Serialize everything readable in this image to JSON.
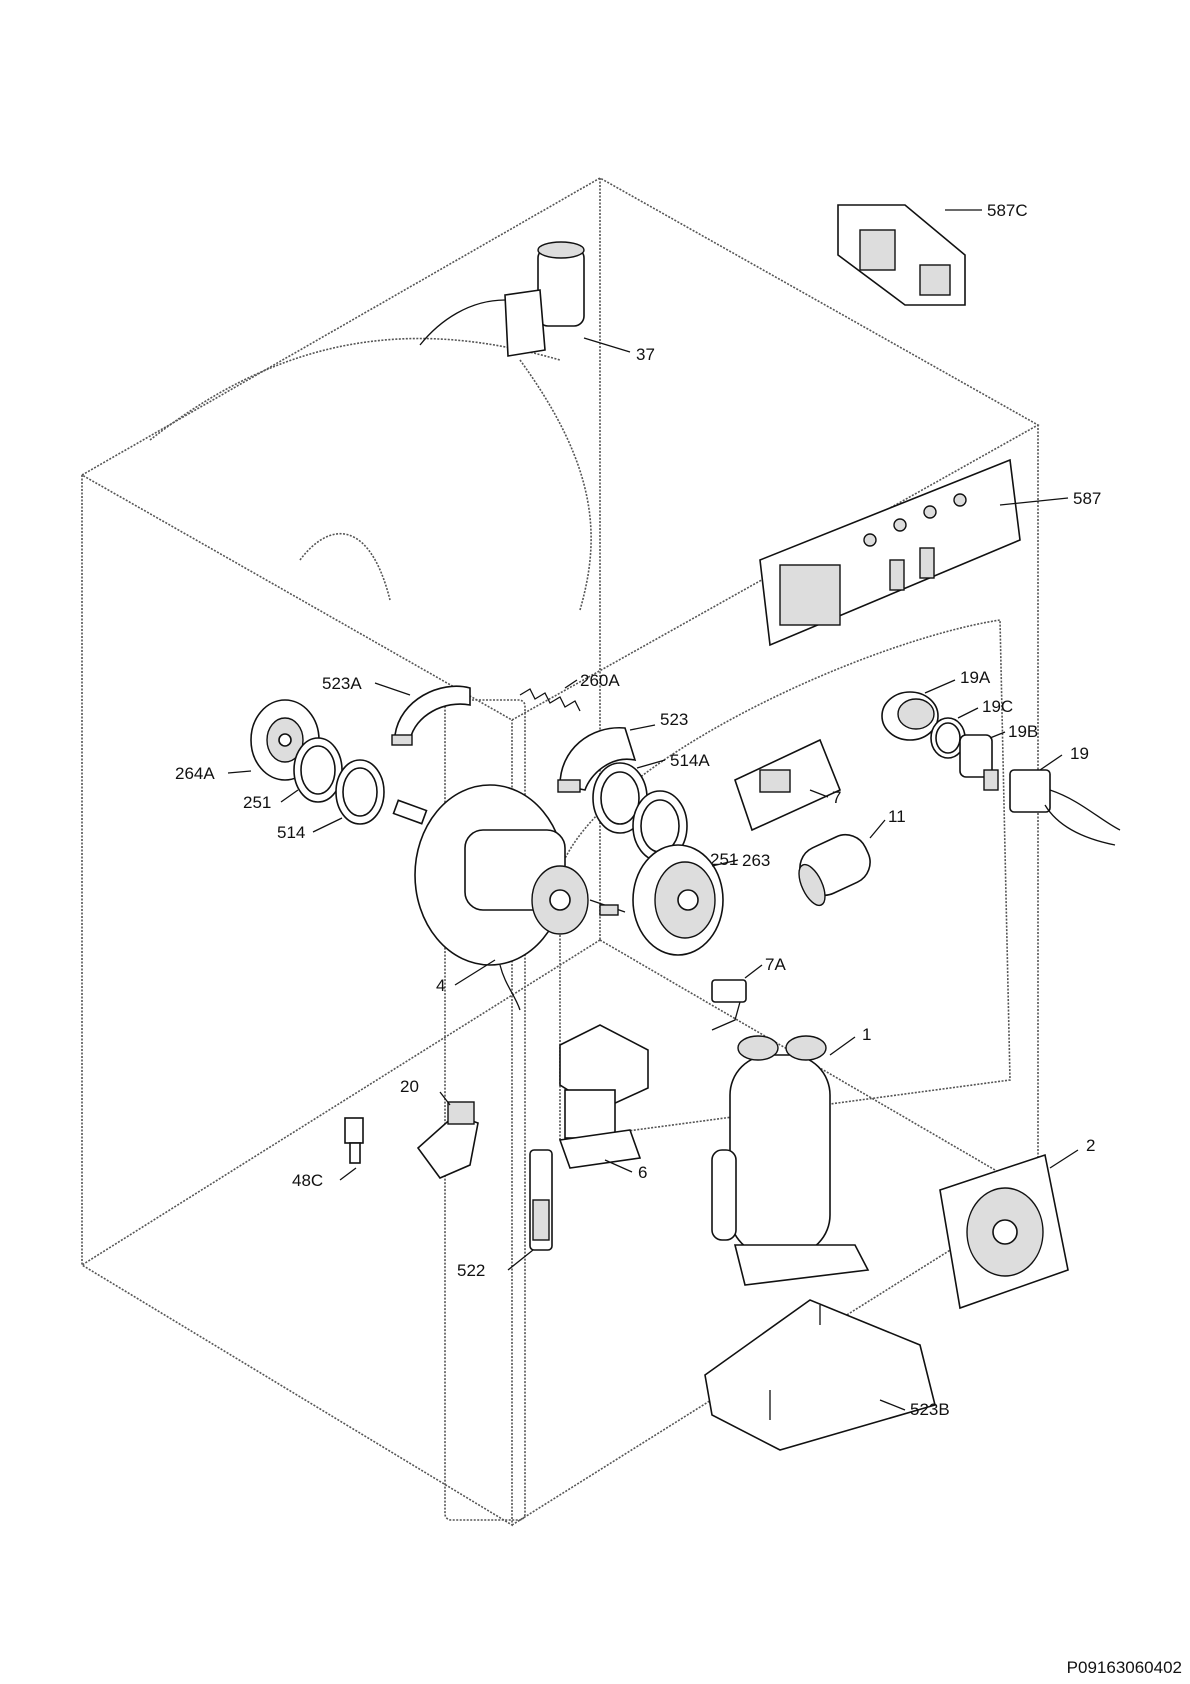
{
  "diagram": {
    "reference_code": "P09163060402",
    "callouts": {
      "c587C": "587C",
      "c37": "37",
      "c587": "587",
      "c523A": "523A",
      "c260A": "260A",
      "c523": "523",
      "c19A": "19A",
      "c19C": "19C",
      "c19B": "19B",
      "c19": "19",
      "c264A": "264A",
      "c514A": "514A",
      "c7": "7",
      "c251a": "251",
      "c514": "514",
      "c251b": "251",
      "c11": "11",
      "c263": "263",
      "c7A": "7A",
      "c4": "4",
      "c1": "1",
      "c20": "20",
      "c2": "2",
      "c48C": "48C",
      "c6": "6",
      "c522": "522",
      "c523B": "523B"
    }
  }
}
